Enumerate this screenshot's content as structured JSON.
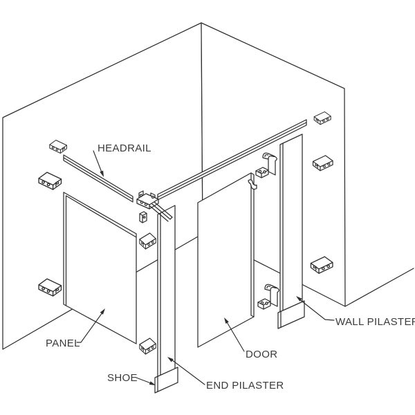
{
  "diagram": {
    "type": "isometric exploded parts diagram",
    "subject": "corner toilet partition assembly",
    "background_color": "#ffffff",
    "line_color": "#2d2d2d",
    "label_color": "#3a3a3a",
    "labels": {
      "headrail": "HEADRAIL",
      "panel": "PANEL",
      "shoe": "SHOE",
      "end_pilaster": "END PILASTER",
      "door": "DOOR",
      "wall_pilaster": "WALL PILASTER"
    }
  }
}
